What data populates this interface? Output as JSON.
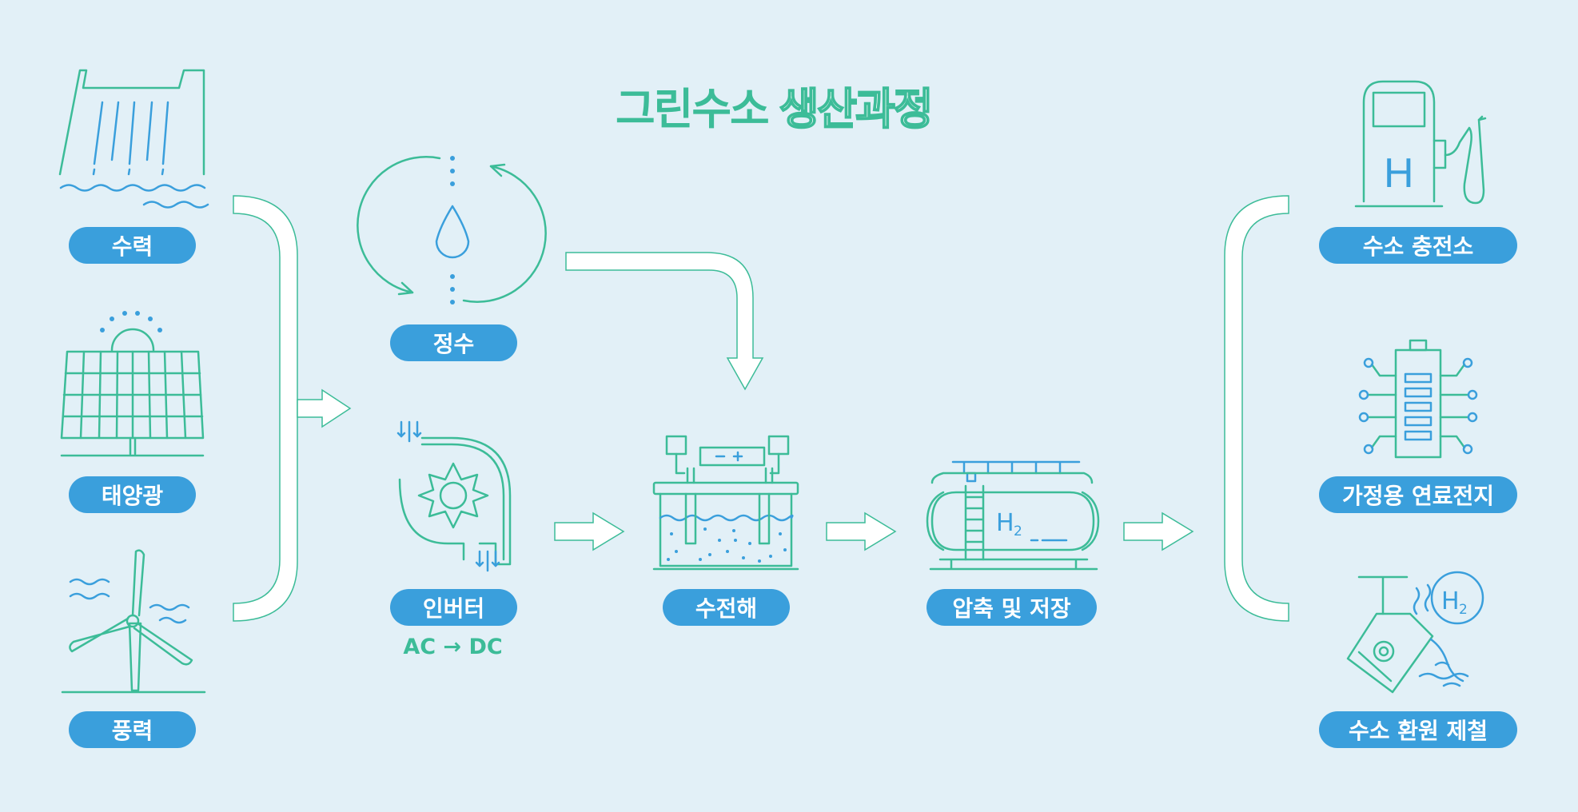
{
  "title": {
    "part1": "그린수소",
    "part2": "생산과정"
  },
  "sources": [
    "수력",
    "태양광",
    "풍력"
  ],
  "process": {
    "purification": "정수",
    "inverter": "인버터",
    "inverter_note": "AC → DC",
    "electrolysis": "수전해",
    "storage": "압축 및 저장"
  },
  "uses": [
    "수소 충전소",
    "가정용 연료전지",
    "수소 환원 제철"
  ],
  "icon_labels": {
    "h": "H",
    "h2": "H",
    "sub2": "2"
  },
  "colors": {
    "background": "#e2f0f7",
    "line_green": "#3cbc98",
    "line_blue": "#3a9fdc",
    "pill": "#3a9fdc",
    "arrow": "#ffffff"
  }
}
